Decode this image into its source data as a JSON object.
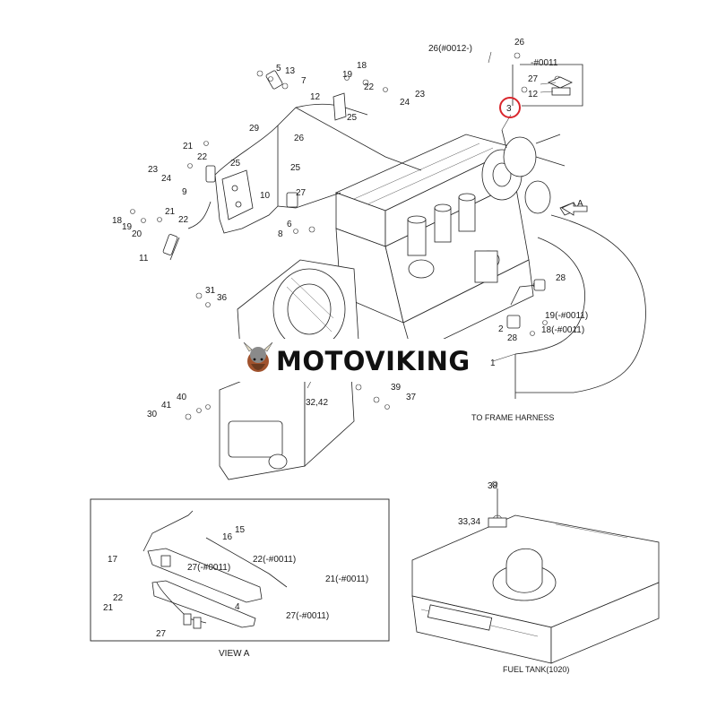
{
  "callouts": {
    "c26_0012": "26(#0012-)",
    "c26_top": "26",
    "c0011": "-#0011",
    "c27_box": "27",
    "c12_box": "12",
    "c3": "3",
    "c5": "5",
    "c13": "13",
    "c7": "7",
    "c19a": "19",
    "c18a": "18",
    "c12a": "12",
    "c22a": "22",
    "c23a": "23",
    "c24a": "24",
    "c25a": "25",
    "c29": "29",
    "c26a": "26",
    "c25b": "25",
    "c21a": "21",
    "c22b": "22",
    "c25c": "25",
    "c23b": "23",
    "c24b": "24",
    "c9": "9",
    "c10": "10",
    "c27a": "27",
    "c21b": "21",
    "c18b": "18",
    "c19b": "19",
    "c20": "20",
    "c22c": "22",
    "c6": "6",
    "c8": "8",
    "c11": "11",
    "c31": "31",
    "c36": "36",
    "c28a": "28",
    "c2": "2",
    "c28b": "28",
    "c19_0011": "19(-#0011)",
    "c18_0011": "18(-#0011)",
    "c1": "1",
    "c40": "40",
    "c41": "41",
    "c30": "30",
    "c32_42": "32,42",
    "c39": "39",
    "c37": "37",
    "to_frame_harness": "TO FRAME HARNESS",
    "c38": "38",
    "c33_34": "33,34",
    "fuel_tank": "FUEL TANK(1020)",
    "view_a": "VIEW A",
    "va_15": "15",
    "va_16": "16",
    "va_17": "17",
    "va_27_0011a": "27(-#0011)",
    "va_22_0011": "22(-#0011)",
    "va_21_0011": "21(-#0011)",
    "va_22": "22",
    "va_21": "21",
    "va_4": "4",
    "va_27_0011b": "27(-#0011)",
    "va_27": "27",
    "arrow_a": "A"
  },
  "watermark": {
    "brand": "MOTOVIKING",
    "logo_icon": "viking-head-icon"
  },
  "colors": {
    "highlight_circle": "#d9262c",
    "line": "#222222",
    "watermark_text": "#111111"
  }
}
